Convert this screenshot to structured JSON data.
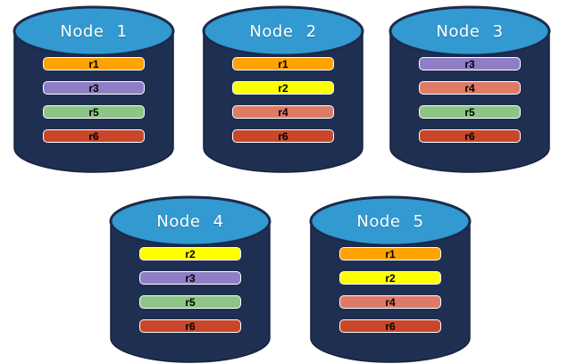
{
  "diagram": {
    "description_colors": {
      "background": "#FFFFFF",
      "cylinder_body": "#1F2F52",
      "cylinder_body_stroke": "#15223C",
      "cylinder_top": "#3299D1",
      "cylinder_top_stroke": "#1B2B4C",
      "bar_border": "#FFFFFF",
      "bar_text": "#000000",
      "title_text": "#FFFFFF"
    }
  },
  "replica_colors": {
    "r1": "#FFA300",
    "r2": "#FFFF00",
    "r3": "#8F7EC6",
    "r4": "#DD7B66",
    "r5": "#8DC586",
    "r6": "#C8472A"
  },
  "nodes": [
    {
      "title": "Node 1",
      "replicas": [
        {
          "label": "r1",
          "color": "#FFA300"
        },
        {
          "label": "r3",
          "color": "#8F7EC6"
        },
        {
          "label": "r5",
          "color": "#8DC586"
        },
        {
          "label": "r6",
          "color": "#C8472A"
        }
      ]
    },
    {
      "title": "Node 2",
      "replicas": [
        {
          "label": "r1",
          "color": "#FFA300"
        },
        {
          "label": "r2",
          "color": "#FFFF00"
        },
        {
          "label": "r4",
          "color": "#DD7B66"
        },
        {
          "label": "r6",
          "color": "#C8472A"
        }
      ]
    },
    {
      "title": "Node 3",
      "replicas": [
        {
          "label": "r3",
          "color": "#8F7EC6"
        },
        {
          "label": "r4",
          "color": "#DD7B66"
        },
        {
          "label": "r5",
          "color": "#8DC586"
        },
        {
          "label": "r6",
          "color": "#C8472A"
        }
      ]
    },
    {
      "title": "Node 4",
      "replicas": [
        {
          "label": "r2",
          "color": "#FFFF00"
        },
        {
          "label": "r3",
          "color": "#8F7EC6"
        },
        {
          "label": "r5",
          "color": "#8DC586"
        },
        {
          "label": "r6",
          "color": "#C8472A"
        }
      ]
    },
    {
      "title": "Node 5",
      "replicas": [
        {
          "label": "r1",
          "color": "#FFA300"
        },
        {
          "label": "r2",
          "color": "#FFFF00"
        },
        {
          "label": "r4",
          "color": "#DD7B66"
        },
        {
          "label": "r6",
          "color": "#C8472A"
        }
      ]
    }
  ]
}
